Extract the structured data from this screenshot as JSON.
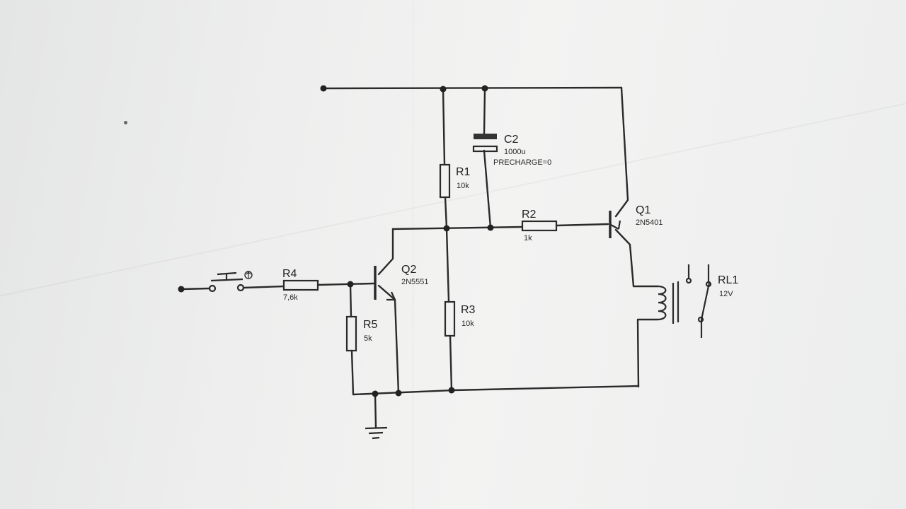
{
  "components": {
    "c2": {
      "ref": "C2",
      "value": "1000u",
      "note": "PRECHARGE=0"
    },
    "r1": {
      "ref": "R1",
      "value": "10k"
    },
    "r2": {
      "ref": "R2",
      "value": "1k"
    },
    "r3": {
      "ref": "R3",
      "value": "10k"
    },
    "r4": {
      "ref": "R4",
      "value": "7,6k"
    },
    "r5": {
      "ref": "R5",
      "value": "5k"
    },
    "q1": {
      "ref": "Q1",
      "value": "2N5401"
    },
    "q2": {
      "ref": "Q2",
      "value": "2N5551"
    },
    "rl1": {
      "ref": "RL1",
      "value": "12V"
    }
  }
}
